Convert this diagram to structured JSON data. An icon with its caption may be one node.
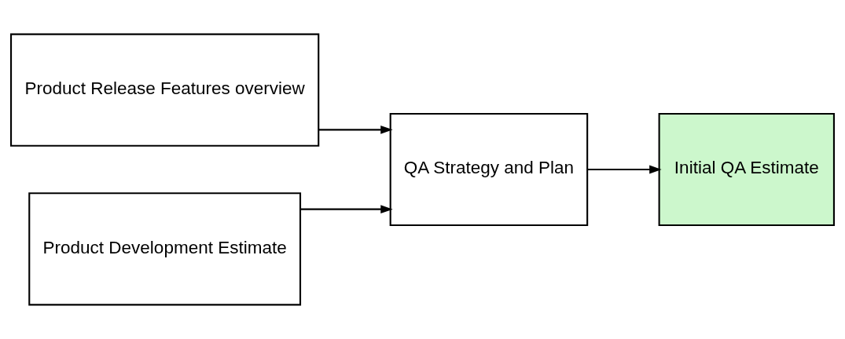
{
  "diagram": {
    "nodes": [
      {
        "text": [
          "Product Release Features overview"
        ]
      },
      {
        "text": [
          "Product Development Estimate"
        ]
      },
      {
        "text": [
          "QA Strategy and Plan"
        ]
      },
      {
        "text": [
          "Initial QA Estimate"
        ]
      }
    ],
    "edges": [
      {
        "from": 0,
        "to": 2,
        "arrow": "to"
      },
      {
        "from": 1,
        "to": 2,
        "arrow": "to"
      },
      {
        "from": 2,
        "to": 3,
        "arrow": "to"
      }
    ]
  }
}
